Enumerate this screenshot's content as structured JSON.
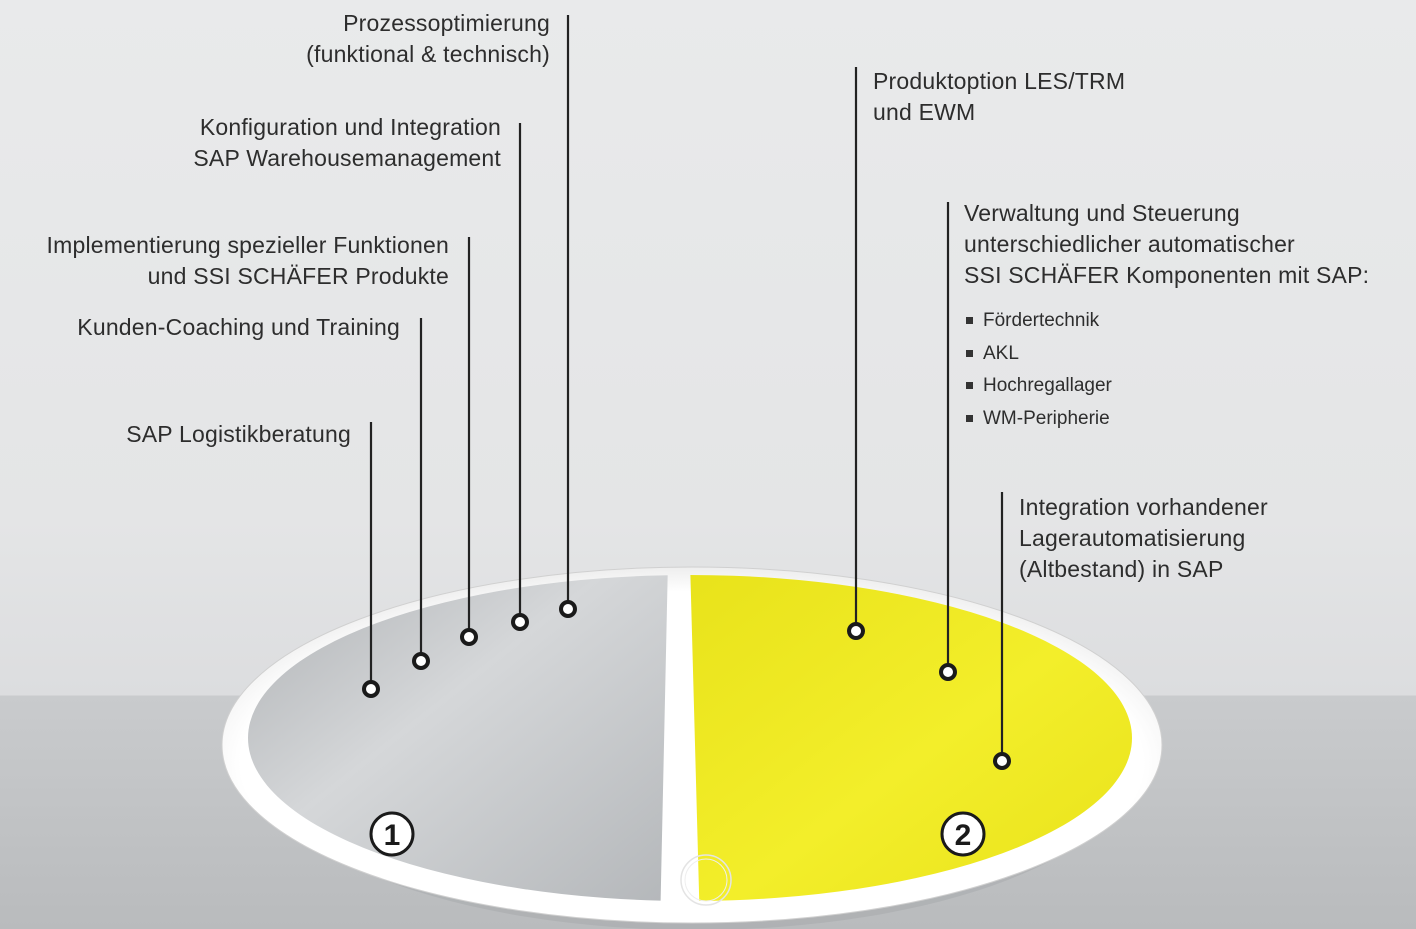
{
  "left_labels": {
    "prozessoptimierung": [
      "Prozessoptimierung",
      "(funktional & technisch)"
    ],
    "konfiguration": [
      "Konfiguration und Integration",
      "SAP Warehousemanagement"
    ],
    "implementierung": [
      "Implementierung spezieller Funktionen",
      "und SSI SCHÄFER Produkte"
    ],
    "coaching": [
      "Kunden-Coaching und Training"
    ],
    "logistikberatung": [
      "SAP Logistikberatung"
    ]
  },
  "right_labels": {
    "produktoption": [
      "Produktoption LES/TRM",
      "und EWM"
    ],
    "verwaltung": [
      "Verwaltung und Steuerung",
      "unterschiedlicher automatischer",
      "SSI SCHÄFER Komponenten mit SAP:"
    ],
    "verwaltung_items": [
      "Fördertechnik",
      "AKL",
      "Hochregallager",
      "WM-Peripherie"
    ],
    "integration": [
      "Integration vorhandener",
      "Lagerautomatisierung",
      "(Altbestand) in SAP"
    ]
  },
  "badges": {
    "left": "1",
    "right": "2"
  },
  "colors": {
    "yellow_half": "#f0ea1f",
    "grey_half": "#b9bcbf",
    "rim": "#f6f6f6",
    "line": "#222222"
  }
}
